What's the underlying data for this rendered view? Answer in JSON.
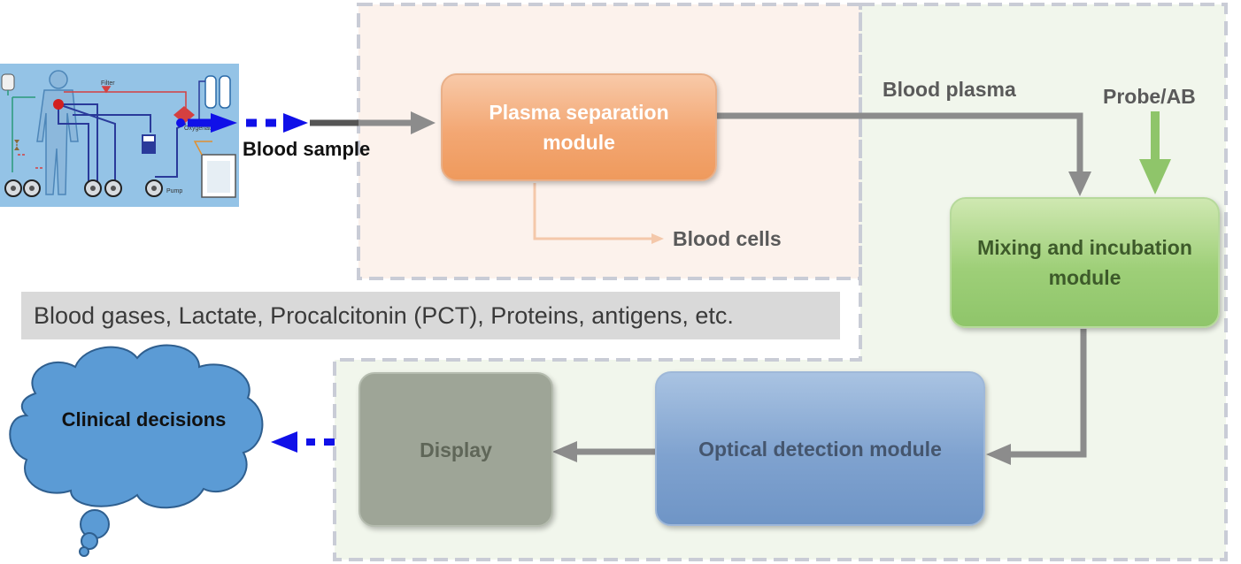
{
  "modules": {
    "plasma_separation": "Plasma separation\nmodule",
    "mixing_incubation": "Mixing and incubation\nmodule",
    "optical_detection": "Optical detection module",
    "display": "Display"
  },
  "labels": {
    "blood_sample": "Blood sample",
    "blood_plasma": "Blood plasma",
    "probe_ab": "Probe/AB",
    "blood_cells": "Blood cells",
    "clinical_decisions": "Clinical decisions"
  },
  "banner_text": "Blood gases, Lactate, Procalcitonin (PCT), Proteins, antigens, etc.",
  "illustration_labels": {
    "filter": "Filter",
    "oxygenator": "Oxygenator",
    "pump": "Pump"
  },
  "colors": {
    "plasma_module": "#f3a773",
    "mixing_module": "#9ecf78",
    "optical_module": "#7fa2cf",
    "display_module": "#9ea597",
    "sample_arrow": "#1010e8",
    "probe_arrow": "#8fc56a",
    "cloud": "#5b9bd5"
  }
}
